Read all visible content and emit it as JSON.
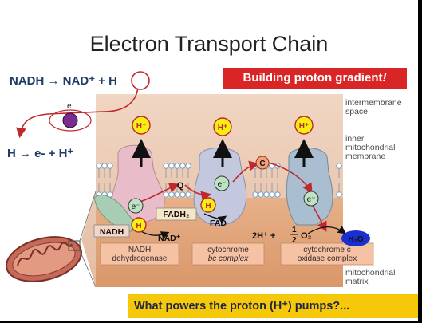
{
  "title": "Electron Transport Chain",
  "equations": {
    "nadh_line": "NADH → NAD⁺ + H",
    "h_line": "H → e- + H⁺"
  },
  "banner": {
    "text": "Building proton gradient",
    "emphasis": "!"
  },
  "regions": {
    "intermembrane": [
      "intermembrane",
      "space"
    ],
    "inner_membrane": [
      "inner",
      "mitochondrial",
      "membrane"
    ],
    "matrix": [
      "mitochondrial",
      "matrix"
    ]
  },
  "complexes": {
    "c1": [
      "NADH",
      "dehydrogenase"
    ],
    "c3": [
      "cytochrome",
      "bc complex"
    ],
    "c4": [
      "cytochrome c",
      "oxidase complex"
    ]
  },
  "labels": {
    "nadh": "NADH",
    "nad": "NAD⁺",
    "fadh2": "FADH₂",
    "fad": "FAD",
    "q": "Q",
    "c": "C",
    "e": "e",
    "e_minus": "e⁻",
    "h": "H",
    "h_plus": "H⁺",
    "two_h": "2H⁺ +",
    "half_num": "1",
    "half_den": "2",
    "o2": "O₂",
    "h2o": "H₂O"
  },
  "question": "What powers the proton (H⁺) pumps?...",
  "colors": {
    "title_text": "#222222",
    "equation_text": "#1f3c68",
    "banner_bg": "#d92525",
    "question_bg": "#f6c80a",
    "panel_top": "#e9c8b0",
    "panel_matrix": "#e2a87a",
    "proton_circle": "#f5ef12",
    "electron_circle": "#bde3c4",
    "arrow_red": "#c0282d",
    "complex1": "#e8bcc8",
    "complex3": "#c4c8de",
    "complex4": "#a9bed0"
  }
}
